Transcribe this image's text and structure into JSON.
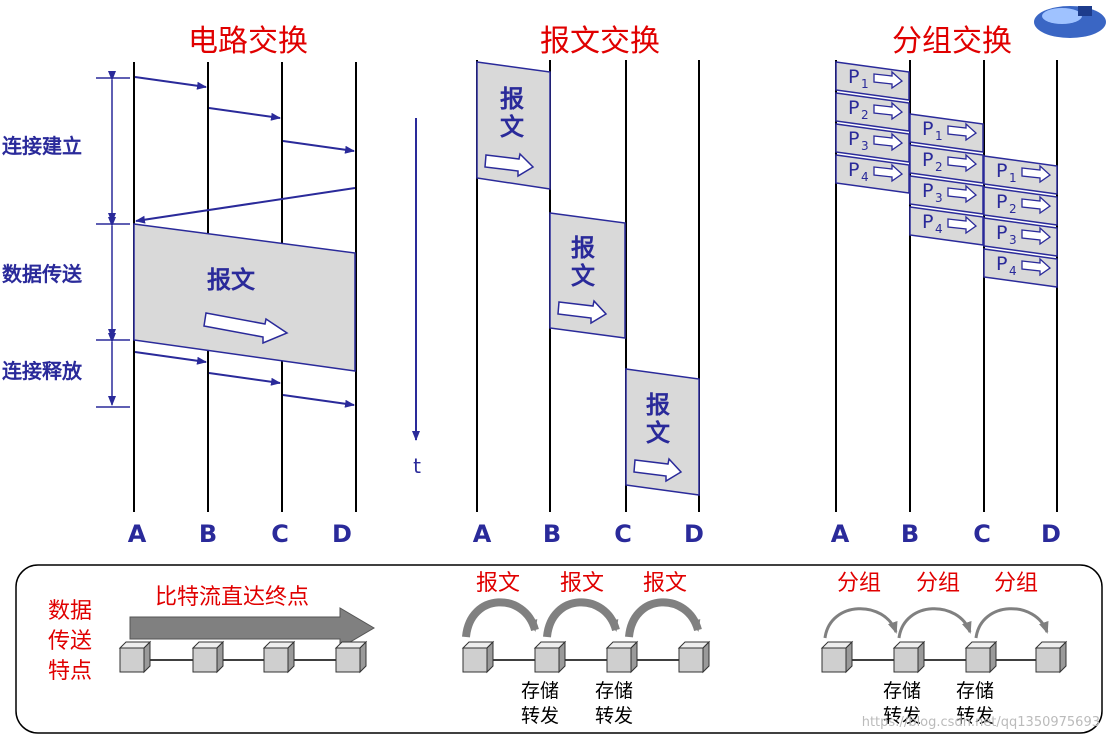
{
  "titles": {
    "circuit": "电路交换",
    "message": "报文交换",
    "packet": "分组交换"
  },
  "nodes": [
    "A",
    "B",
    "C",
    "D"
  ],
  "phases": {
    "setup": "连接建立",
    "transfer": "数据传送",
    "release": "连接释放"
  },
  "time_label": "t",
  "message_text": "报文",
  "msg_chars": [
    "报",
    "文"
  ],
  "packet_letter": "P",
  "packet_subs": [
    "1",
    "2",
    "3",
    "4"
  ],
  "bottom": {
    "label_lines": [
      "数据",
      "传送",
      "特点"
    ],
    "circuit_caption": "比特流直达终点",
    "message_labels": [
      "报文",
      "报文",
      "报文"
    ],
    "packet_labels": [
      "分组",
      "分组",
      "分组"
    ],
    "store_forward": [
      "存储",
      "转发"
    ],
    "watermark": "https://blog.csdn.net/qq1350975693"
  },
  "colors": {
    "title": "#e00000",
    "line": "#2a2a9a",
    "fill": "#d9d9d9",
    "arrow_gray": "#808080"
  }
}
